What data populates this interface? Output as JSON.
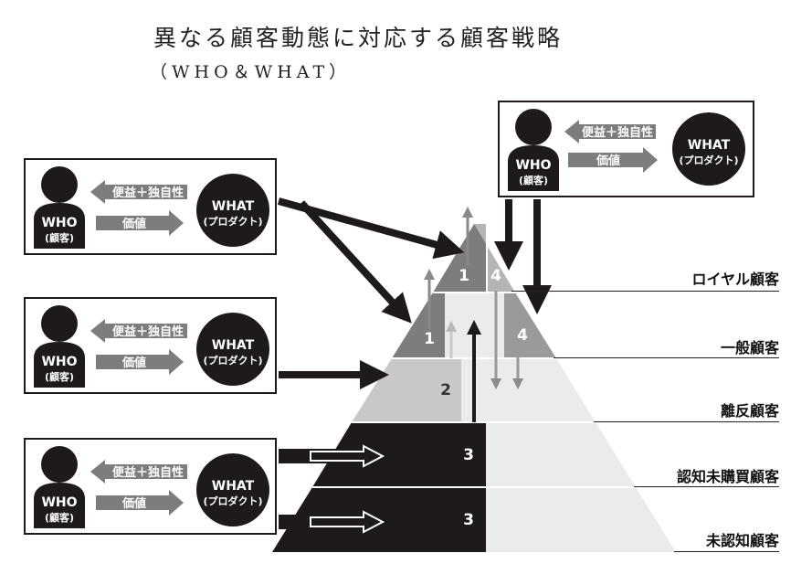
{
  "header": {
    "title": "異なる顧客動態に対応する顧客戦略",
    "subtitle": "（WHO＆WHAT）"
  },
  "box": {
    "who": "WHO",
    "who_sub": "(顧客)",
    "what": "WHAT",
    "what_sub": "(プロダクト)",
    "benefit": "便益＋独自性",
    "value": "価値"
  },
  "tiers": [
    {
      "label": "ロイヤル顧客"
    },
    {
      "label": "一般顧客"
    },
    {
      "label": "離反顧客"
    },
    {
      "label": "認知未購買顧客"
    },
    {
      "label": "未認知顧客"
    }
  ],
  "segments": {
    "s1_top": "1",
    "s4_top": "4",
    "s1_mid": "1",
    "s4_mid": "4",
    "s2": "2",
    "s3_upper": "3",
    "s3_lower": "3"
  },
  "colors": {
    "dark": "#1e1a1a",
    "mid_gray": "#7d7d7d",
    "light_gray": "#c8c8c8",
    "pale_gray": "#ebebeb",
    "arrow_gray": "#8a8a8a"
  }
}
